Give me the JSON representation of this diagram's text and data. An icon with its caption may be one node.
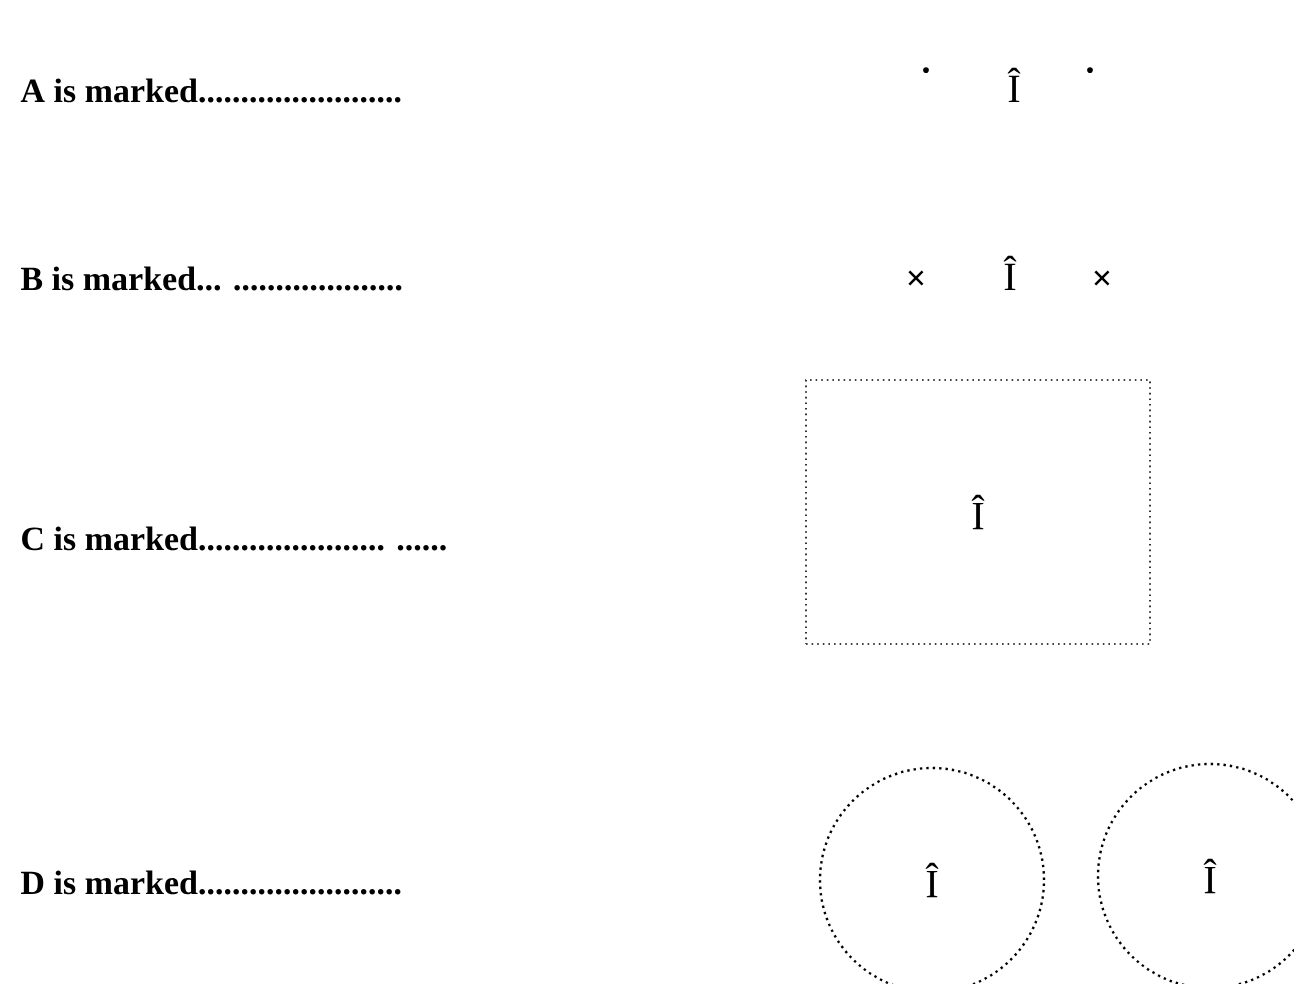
{
  "diagram": {
    "nodes": [
      {
        "text": [
          "Î"
        ]
      },
      {
        "text": [
          "Î"
        ]
      },
      {
        "text": [
          "Î"
        ]
      }
    ],
    "labels": [
      "A is marked........................",
      "·",
      "Î",
      "·",
      "B is marked... ....................",
      "×",
      "Î",
      "×",
      "C is marked...................... ......",
      "D is marked........................"
    ]
  }
}
